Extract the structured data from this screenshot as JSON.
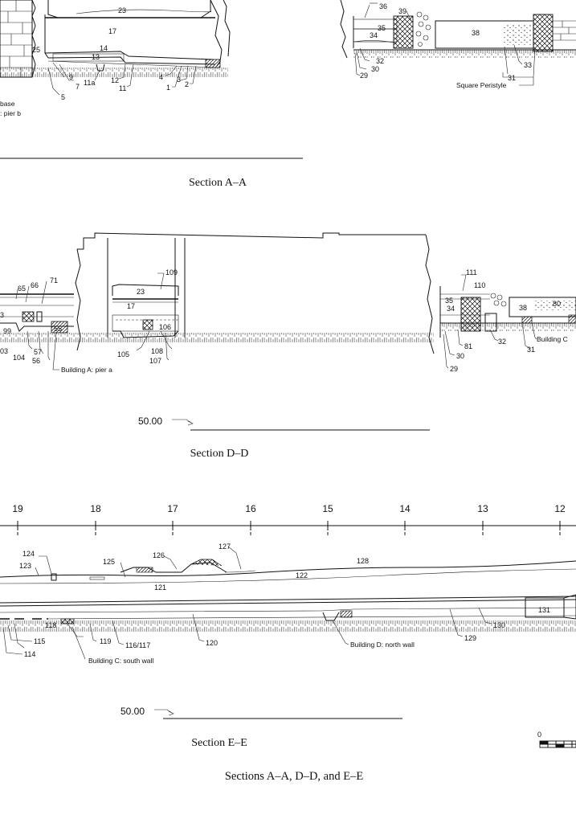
{
  "figure": {
    "caption": "Sections A–A, D–D, and E–E",
    "scale_zero_label": "0"
  },
  "section_aa": {
    "title": "Section A–A",
    "labels": {
      "l23": "23",
      "l17": "17",
      "l25": "25",
      "l14": "14",
      "l13": "13",
      "l9": "9",
      "l7": "7",
      "l5": "5",
      "l11a": "11a",
      "l12": "12",
      "l11": "11",
      "l4": "4",
      "l3": "3",
      "l1": "1",
      "l2": "2",
      "l36": "36",
      "l39": "39",
      "l35": "35",
      "l34": "34",
      "l32": "32",
      "l30": "30",
      "l29": "29",
      "l38": "38",
      "l33": "33",
      "l31": "31"
    },
    "annotations": {
      "base": "base",
      "pier_b": ": pier b",
      "square_peristyle": "Square Peristyle"
    }
  },
  "section_dd": {
    "title": "Section D–D",
    "scale_value": "50.00",
    "labels": {
      "l109": "109",
      "l23": "23",
      "l17": "17",
      "l106": "106",
      "l105": "105",
      "l108": "108",
      "l107": "107",
      "l65": "65",
      "l66": "66",
      "l71": "71",
      "l3": "3",
      "l99": "99",
      "l55": "55",
      "l03": "03",
      "l104": "104",
      "l57": "57",
      "l56": "56",
      "l111": "111",
      "l110": "110",
      "l35": "35",
      "l34": "34",
      "l38": "38",
      "l80": "80",
      "l81": "81",
      "l32": "32",
      "l30": "30",
      "l29": "29",
      "l31": "31"
    },
    "annotations": {
      "building_a_pier_a": "Building A: pier a",
      "building_c": "Building C"
    }
  },
  "section_ee": {
    "title": "Section E–E",
    "scale_value": "50.00",
    "grid_numbers": [
      "19",
      "18",
      "17",
      "16",
      "15",
      "14",
      "13",
      "12"
    ],
    "labels": {
      "l124": "124",
      "l123": "123",
      "l125": "125",
      "l126": "126",
      "l127": "127",
      "l128": "128",
      "l122": "122",
      "l121": "121",
      "l131": "131",
      "l118": "118",
      "l119": "119",
      "l116_117": "116/117",
      "l120": "120",
      "l115": "115",
      "l114": "114",
      "l129": "129",
      "l130": "130"
    },
    "annotations": {
      "building_c_south_wall": "Building C: south wall",
      "building_d_north_wall": "Building D: north wall"
    }
  }
}
